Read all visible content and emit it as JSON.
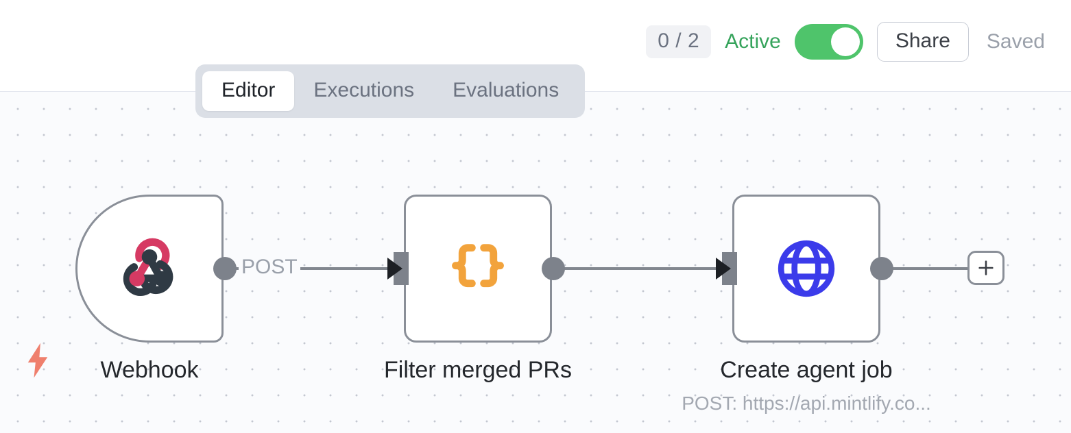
{
  "topbar": {
    "run_count_badge": "0 / 2",
    "active_label": "Active",
    "toggle_state": "on",
    "share_label": "Share",
    "saved_label": "Saved",
    "active_color": "#35a35b",
    "toggle_color": "#4fc46b"
  },
  "tabs": {
    "items": [
      {
        "label": "Editor",
        "active": true
      },
      {
        "label": "Executions",
        "active": false
      },
      {
        "label": "Evaluations",
        "active": false
      }
    ]
  },
  "canvas": {
    "trigger_marker_icon": "lightning-bolt-icon",
    "trigger_marker_color": "#ef7f6d",
    "nodes": [
      {
        "id": "webhook",
        "title": "Webhook",
        "subtitle": "",
        "icon": "webhook-icon",
        "icon_colors": [
          "#d63a63",
          "#2f3a44"
        ],
        "shape": "trigger"
      },
      {
        "id": "filter",
        "title": "Filter merged PRs",
        "subtitle": "",
        "icon": "json-braces-icon",
        "icon_colors": [
          "#f2a33c"
        ],
        "shape": "step"
      },
      {
        "id": "http",
        "title": "Create agent job",
        "subtitle": "POST: https://api.mintlify.co...",
        "icon": "globe-icon",
        "icon_colors": [
          "#3b3bea"
        ],
        "shape": "step"
      }
    ],
    "edges": [
      {
        "from": "webhook",
        "to": "filter",
        "label": "POST"
      },
      {
        "from": "filter",
        "to": "http",
        "label": ""
      },
      {
        "from": "http",
        "to": "add",
        "label": ""
      }
    ],
    "add_node_icon": "plus-icon"
  }
}
